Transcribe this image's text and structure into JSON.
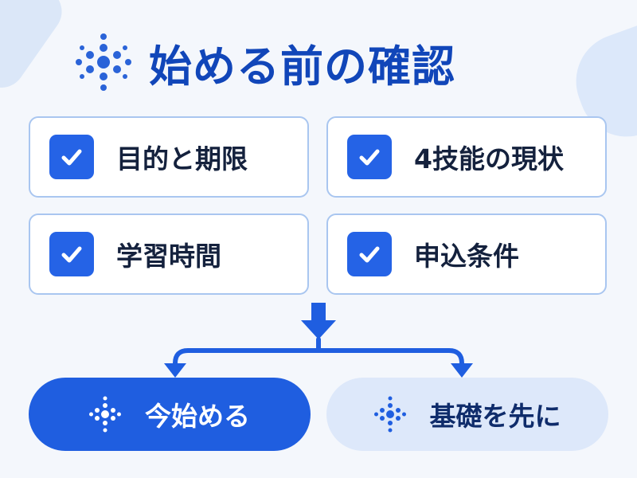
{
  "title": "始める前の確認",
  "title_icon": "sparkle-dots-icon",
  "checklist": [
    {
      "label": "目的と期限",
      "icon": "checkbox-checked-icon"
    },
    {
      "label": "4技能の現状",
      "icon": "checkbox-checked-icon"
    },
    {
      "label": "学習時間",
      "icon": "checkbox-checked-icon"
    },
    {
      "label": "申込条件",
      "icon": "checkbox-checked-icon"
    }
  ],
  "flow_icons": [
    "arrow-down-icon",
    "branch-arrow-icon"
  ],
  "choices": [
    {
      "label": "今始める",
      "icon": "sparkle-dots-icon",
      "style": "primary"
    },
    {
      "label": "基礎を先に",
      "icon": "sparkle-dots-icon",
      "style": "secondary"
    }
  ],
  "colors": {
    "primary": "#1f5ee0",
    "title": "#1146b9",
    "card_border": "#a9c6f0",
    "secondary_bg": "#dde8fa",
    "background": "#f4f7fc"
  }
}
